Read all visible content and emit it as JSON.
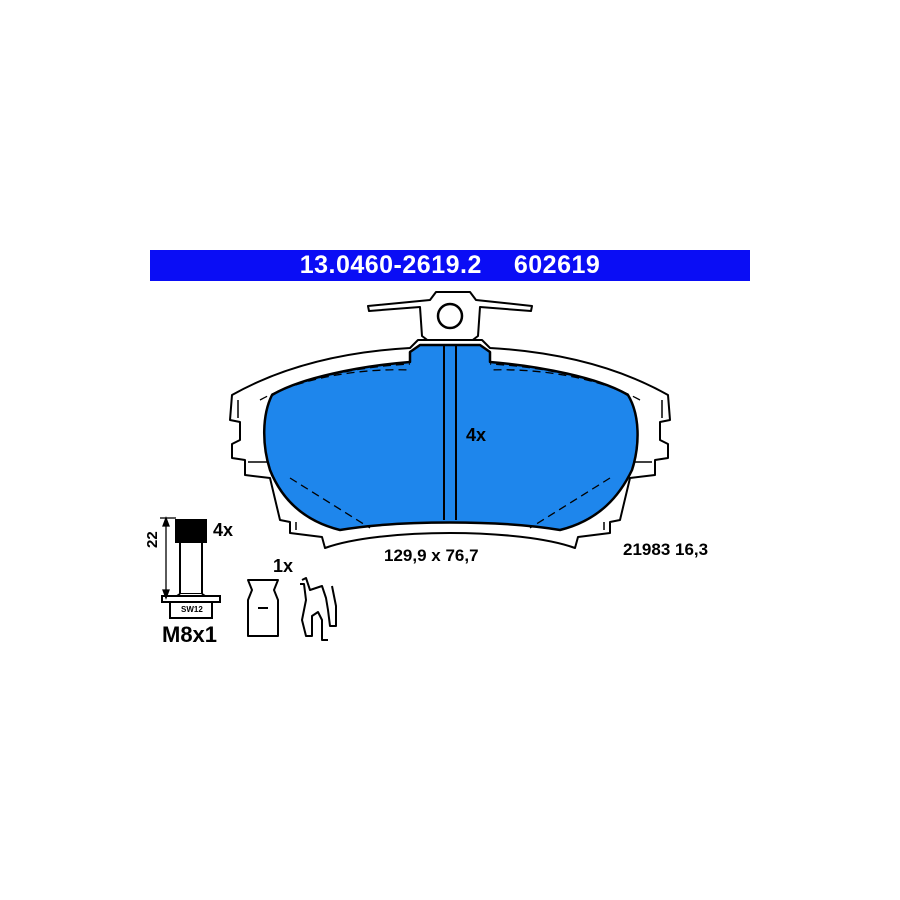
{
  "header": {
    "part_number": "13.0460-2619.2",
    "ref_number": "602619"
  },
  "pad": {
    "quantity": "4x",
    "dimensions": "129,9 x 76,7",
    "code": "21983 16,3"
  },
  "bolt": {
    "quantity": "4x",
    "length": "22",
    "wrench_size": "SW12",
    "thread": "M8x1"
  },
  "clip": {
    "quantity": "1x"
  },
  "colors": {
    "brand_blue": "#0a0df5",
    "friction_blue": "#1e86ec",
    "line": "#000000"
  }
}
